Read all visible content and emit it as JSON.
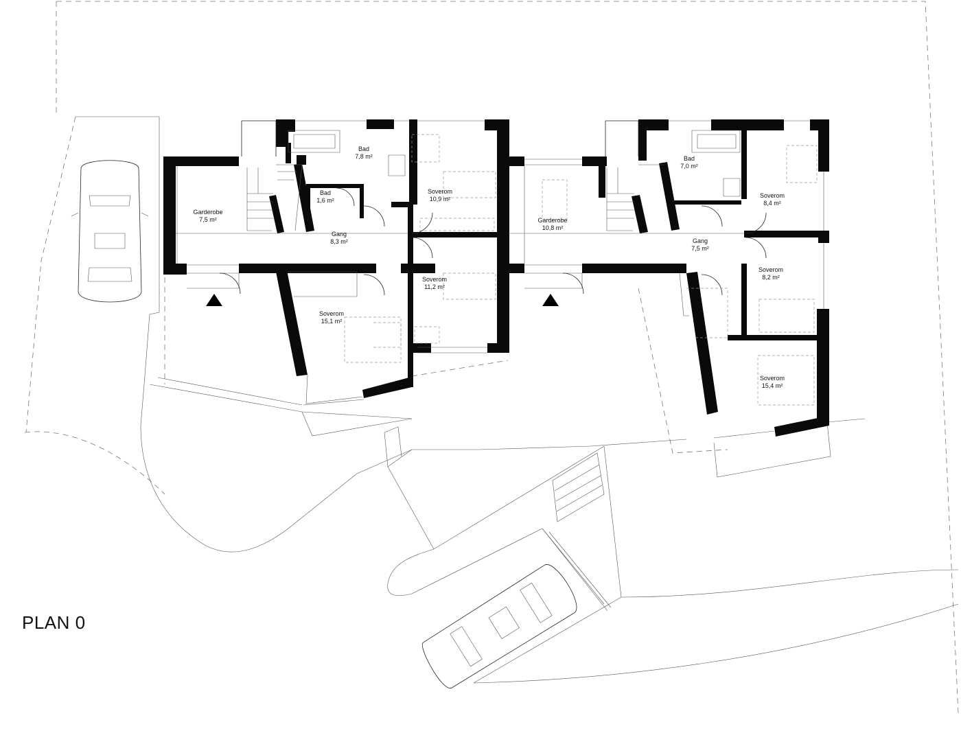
{
  "plan": {
    "title": "PLAN 0",
    "rooms": [
      {
        "name": "Bad",
        "area": "7,8 m²"
      },
      {
        "name": "Bad",
        "area": "1,6 m²"
      },
      {
        "name": "Garderobe",
        "area": "7,5 m²"
      },
      {
        "name": "Gang",
        "area": "8,3 m²"
      },
      {
        "name": "Soverom",
        "area": "10,9 m²"
      },
      {
        "name": "Soverom",
        "area": "11,2 m²"
      },
      {
        "name": "Soverom",
        "area": "15,1 m²"
      },
      {
        "name": "Garderobe",
        "area": "10,8 m²"
      },
      {
        "name": "Bad",
        "area": "7,0 m²"
      },
      {
        "name": "Soverom",
        "area": "8,4 m²"
      },
      {
        "name": "Gang",
        "area": "7,5 m²"
      },
      {
        "name": "Soverom",
        "area": "8,2 m²"
      },
      {
        "name": "Soverom",
        "area": "15,4 m²"
      }
    ]
  }
}
